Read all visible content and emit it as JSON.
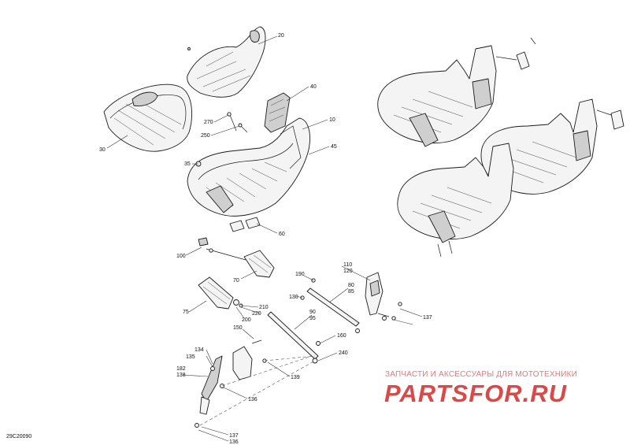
{
  "diagram": {
    "code": "29C20090",
    "labels": [
      "20",
      "40",
      "10",
      "270",
      "250",
      "45",
      "35",
      "30",
      "60",
      "100",
      "70",
      "75",
      "210",
      "220",
      "200",
      "190",
      "110",
      "120",
      "80",
      "85",
      "130",
      "137",
      "90",
      "95",
      "150",
      "160",
      "240",
      "134",
      "135",
      "139",
      "182",
      "138",
      "136",
      "137",
      "136"
    ],
    "watermark": {
      "line1": "ЗАПЧАСТИ И АКСЕССУАРЫ ДЛЯ МОТОТЕХНИКИ",
      "line2": "PARTSFOR.RU"
    }
  }
}
